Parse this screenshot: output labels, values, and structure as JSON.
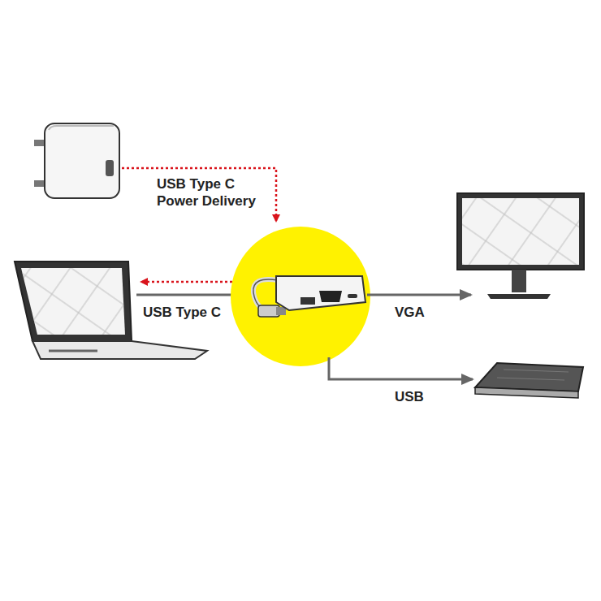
{
  "diagram": {
    "labels": [
      "USB Type C Power Delivery",
      "USB Type C",
      "VGA",
      "USB"
    ]
  }
}
